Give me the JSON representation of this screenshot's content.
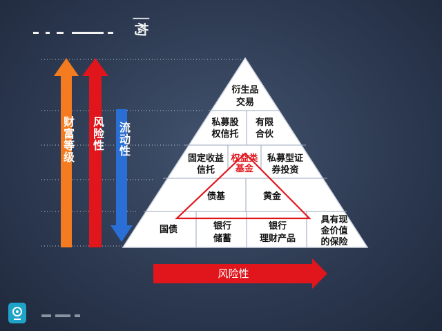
{
  "title_fragment": "│构",
  "vertical_arrows": {
    "wealth_level": "财富等级",
    "risk": "风险性",
    "liquidity": "流动性"
  },
  "pyramid": {
    "apex": [
      "衍生品",
      "交易"
    ],
    "row2_left": [
      "私募股",
      "权信托"
    ],
    "row2_right": [
      "有限",
      "合伙"
    ],
    "row3_left": [
      "固定收益",
      "信托"
    ],
    "row3_mid": [
      "权益类",
      "基金"
    ],
    "row3_right": [
      "私募型证",
      "券投资"
    ],
    "row4_left": "债基",
    "row4_right": "黄金",
    "row5_1": "国债",
    "row5_2": [
      "银行",
      "储蓄"
    ],
    "row5_3": [
      "银行",
      "理财产品"
    ],
    "row5_4": [
      "具有现",
      "金价值",
      "的保险"
    ]
  },
  "horizontal_arrow": "风险性",
  "colors": {
    "orange_arrow": "#f47b20",
    "red_arrow": "#e0161c",
    "blue_arrow": "#2a6fd6",
    "highlight_text": "#e0161c"
  }
}
